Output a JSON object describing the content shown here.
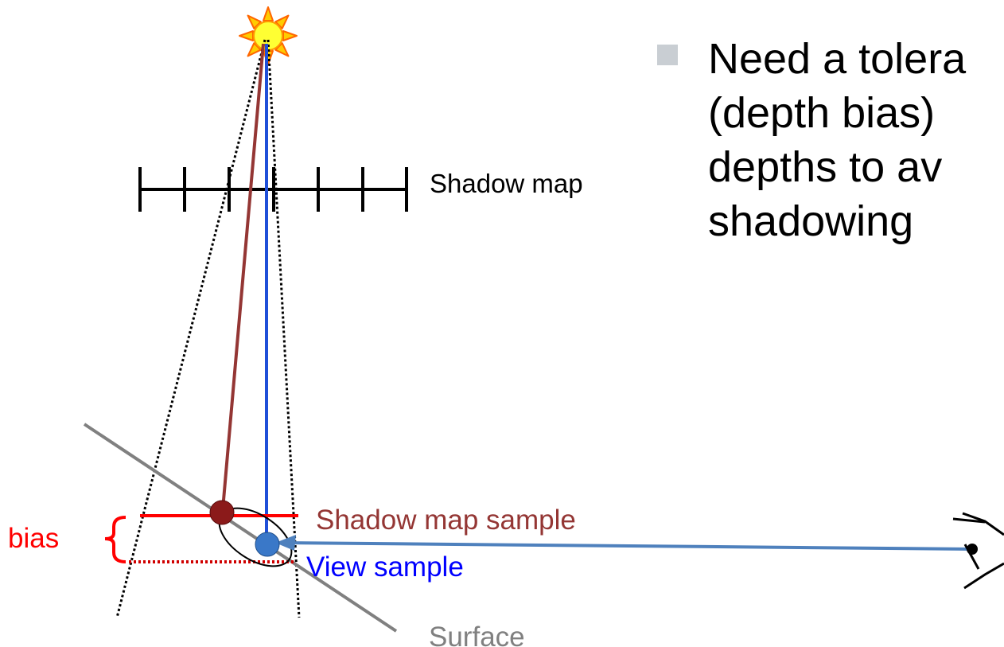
{
  "bullet": {
    "text": "Need a tolera\n(depth bias)\ndepths to av\nshadowing"
  },
  "labels": {
    "shadow_map": "Shadow map",
    "shadow_map_sample": "Shadow map sample",
    "view_sample": "View sample",
    "surface": "Surface",
    "bias": "bias"
  },
  "colors": {
    "shadow_sample": "#943634",
    "shadow_sample_dot": "#8b1a1a",
    "view_ray": "#1f4fd8",
    "view_sample_dot": "#3a78c8",
    "eye_ray": "#4f81bd",
    "bias": "#ff0000",
    "surface": "#808080",
    "sun_fill": "#ffff33",
    "sun_rays": "#ff9900",
    "bullet_marker": "#c9ced3"
  },
  "icons": {
    "light": "sun-icon",
    "viewer": "eye-icon"
  }
}
